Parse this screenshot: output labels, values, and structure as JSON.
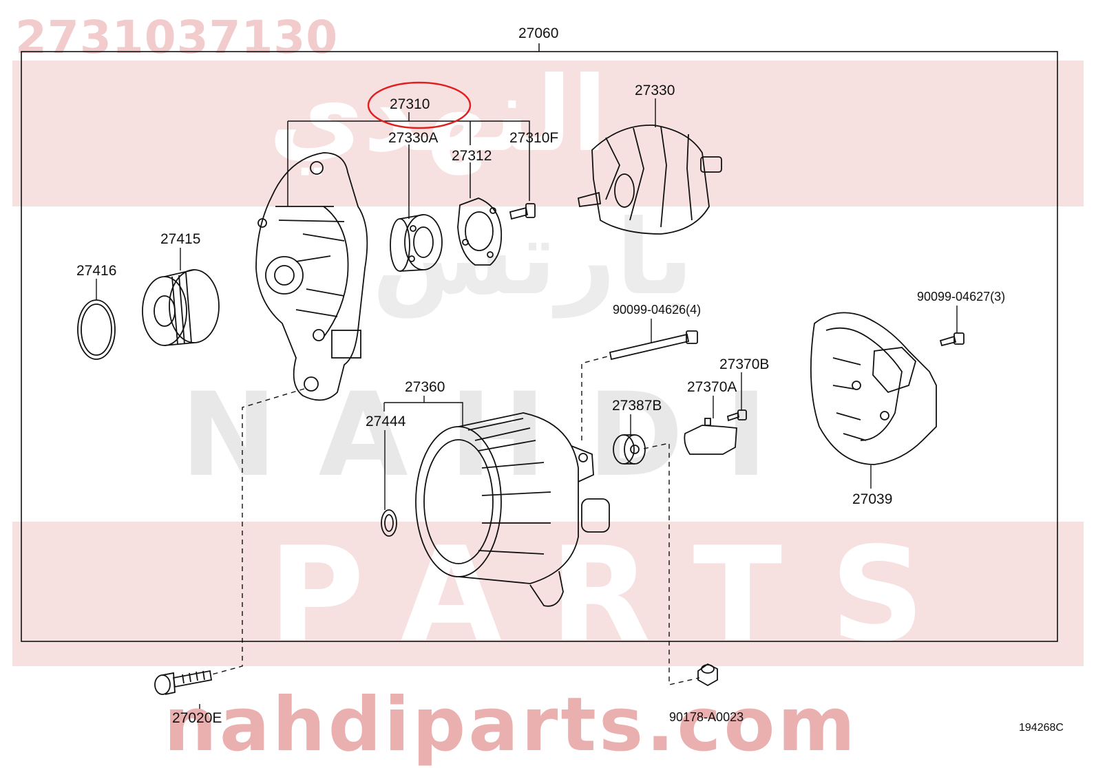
{
  "watermark": {
    "part_number": "2731037130",
    "arabic_top": "النهدي",
    "arabic_mid": "بارتس",
    "brand_big": "NAHDI",
    "parts_big": "PARTS",
    "url": "nahdiparts.com",
    "colors": {
      "pink_band": "#f6dcdc",
      "grey_text": "#e6e6e6",
      "pink_text": "#e8a8a8",
      "part_number": "#f0c8c8"
    }
  },
  "diagram": {
    "code": "194268C",
    "highlighted_part": "27310",
    "highlight_color": "#e02020",
    "line_color": "#111111",
    "labels": {
      "p27060": "27060",
      "p27310": "27310",
      "p27330A": "27330A",
      "p27312": "27312",
      "p27310F": "27310F",
      "p27330": "27330",
      "p27415": "27415",
      "p27416": "27416",
      "p90099_04626": "90099-04626(4)",
      "p90099_04627": "90099-04627(3)",
      "p27370B": "27370B",
      "p27370A": "27370A",
      "p27387B": "27387B",
      "p27360": "27360",
      "p27444": "27444",
      "p27039": "27039",
      "p27020E": "27020E",
      "p90178_A0023": "90178-A0023"
    }
  }
}
